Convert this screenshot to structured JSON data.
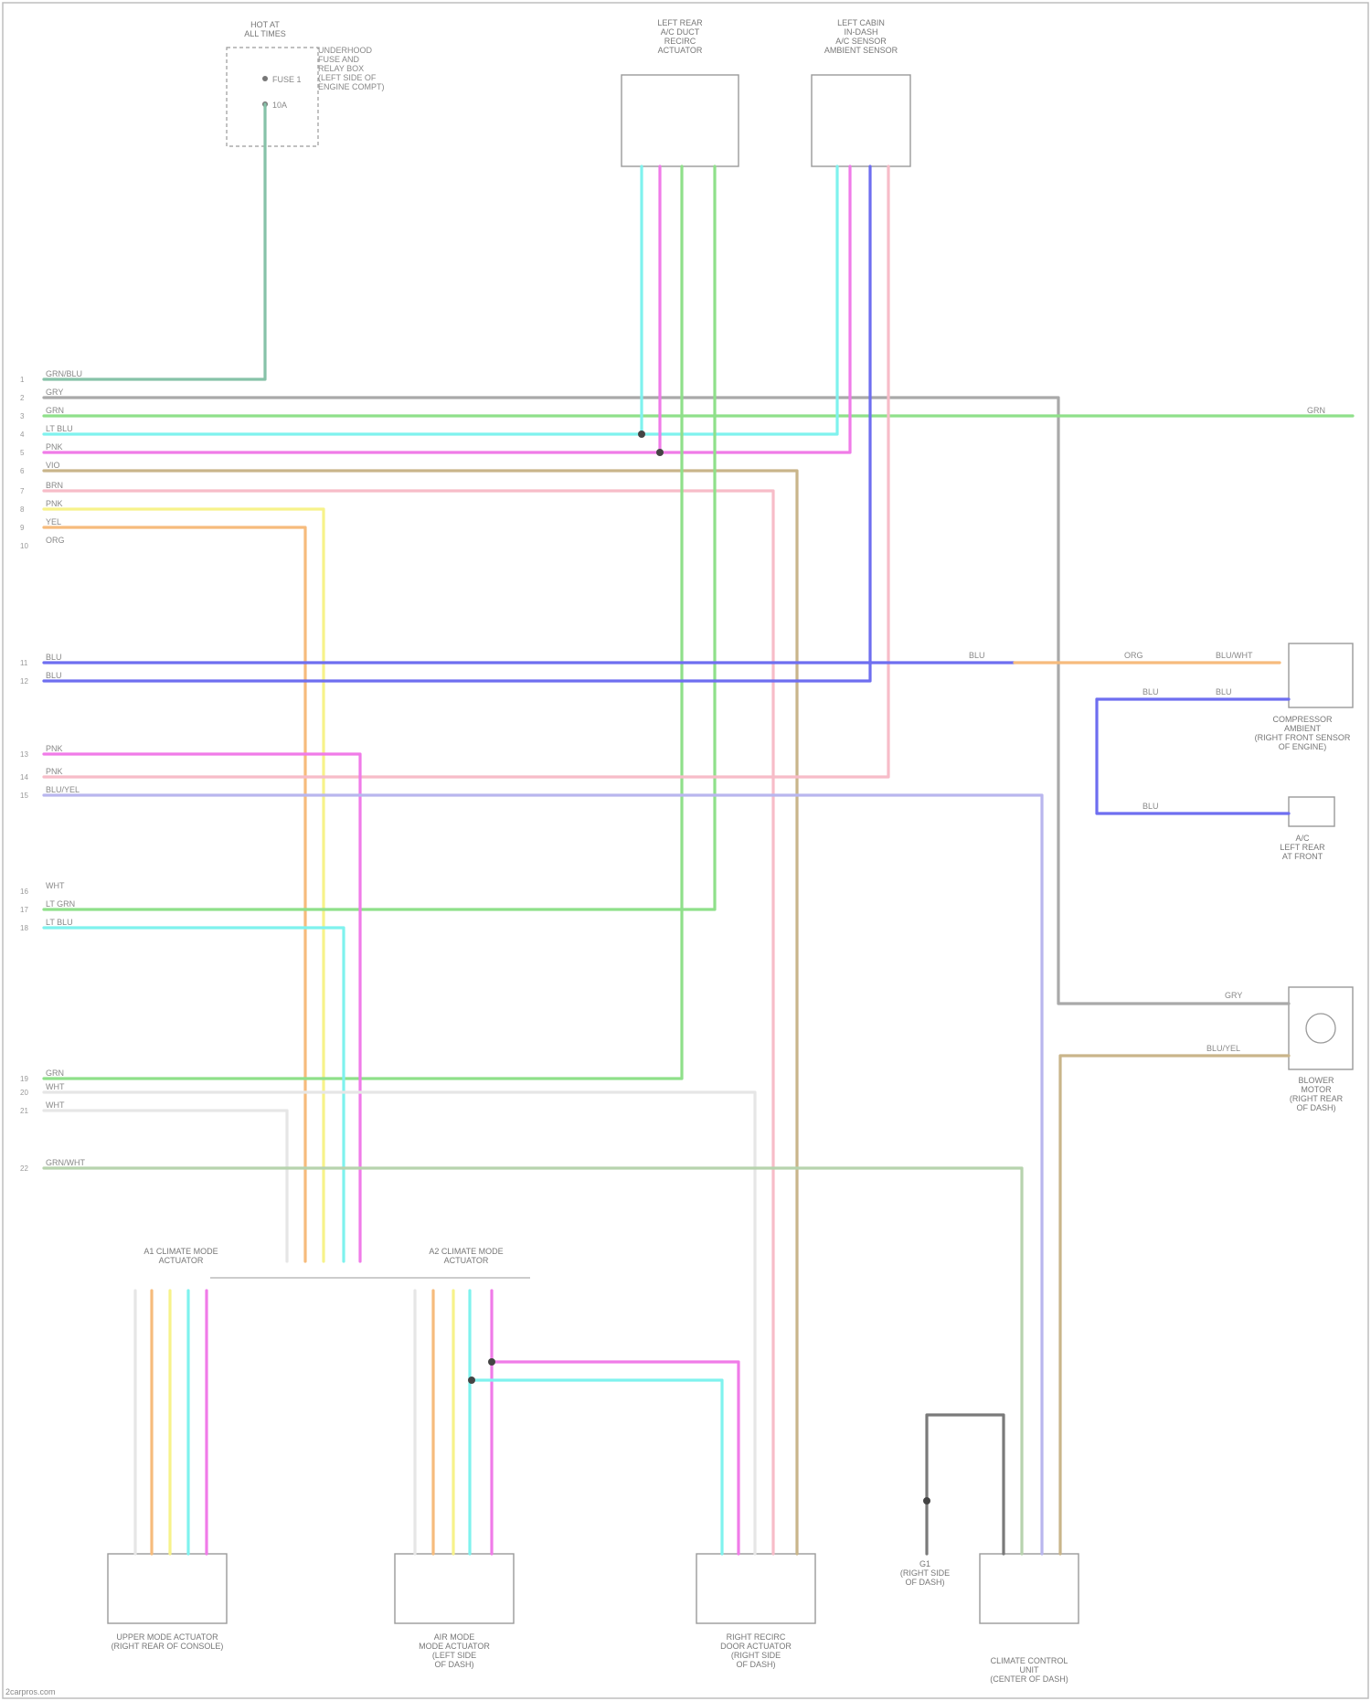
{
  "diagram": {
    "footer": "2carpros.com",
    "colors": {
      "cyan": "#7ff2ee",
      "magenta": "#f07be8",
      "green": "#8fe08a",
      "gray": "#a9a9a9",
      "tan": "#c9b58a",
      "pink": "#f7bcc8",
      "yellow": "#f7f28a",
      "orange": "#f6bb7c",
      "blue": "#6e6ef0",
      "lavender": "#b9b6ee",
      "sage": "#b7d3ae",
      "white": "#e6e6e6",
      "darkgray": "#7a7a7a",
      "teal": "#86c2a8"
    },
    "top_fuse": {
      "title": "HOT AT\nALL TIMES",
      "side_note": "UNDERHOOD\nFUSE AND\nRELAY BOX\n(LEFT SIDE OF\nENGINE COMPT)",
      "fuse_labels": [
        "FUSE 1",
        "10A"
      ]
    },
    "components": [
      {
        "id": "recirc",
        "label": "LEFT REAR\nA/C DUCT\nRECIRC\nACTUATOR"
      },
      {
        "id": "sensor_tl",
        "label": "LEFT CABIN\nIN-DASH\nA/C SENSOR\nAMBIENT SENSOR"
      },
      {
        "id": "blower_r",
        "label": "COMPRESSOR\nAMBIENT\n(RIGHT FRONT SENSOR\nOF ENGINE)"
      },
      {
        "id": "aux_r",
        "label": "A/C\nLEFT REAR\nAT FRONT"
      },
      {
        "id": "motor_r",
        "label": "BLOWER\nMOTOR\n(RIGHT REAR\nOF DASH)"
      },
      {
        "id": "act1",
        "label": "UPPER MODE ACTUATOR\n(RIGHT REAR OF CONSOLE)"
      },
      {
        "id": "act2",
        "label": "AIR MODE\nMODE ACTUATOR\n(LEFT SIDE\nOF DASH)"
      },
      {
        "id": "act3",
        "label": "RIGHT RECIRC\nDOOR ACTUATOR\n(RIGHT SIDE\nOF DASH)"
      },
      {
        "id": "ground",
        "label": "G1\n(RIGHT SIDE\nOF DASH)"
      },
      {
        "id": "control",
        "label": "CLIMATE CONTROL\nUNIT\n(CENTER OF DASH)"
      }
    ],
    "connector_labels": {
      "mid_left": "A1 CLIMATE MODE\nACTUATOR",
      "mid_right": "A2 CLIMATE MODE\nACTUATOR"
    },
    "left_wire_labels": [
      "GRN/BLU",
      "GRY",
      "GRN",
      "LT BLU",
      "PNK",
      "VIO",
      "BRN",
      "PNK",
      "YEL",
      "ORG",
      "BLU",
      "BLU",
      "PNK",
      "PNK",
      "BLU/YEL",
      "WHT",
      "LT GRN",
      "LT BLU",
      "GRN",
      "WHT",
      "WHT",
      "GRN/WHT"
    ],
    "right_labels": [
      "GRN",
      "ORG",
      "BLU/WHT",
      "BLU",
      "BLU",
      "BLU",
      "BLU",
      "GRY",
      "BLU/YEL"
    ]
  }
}
